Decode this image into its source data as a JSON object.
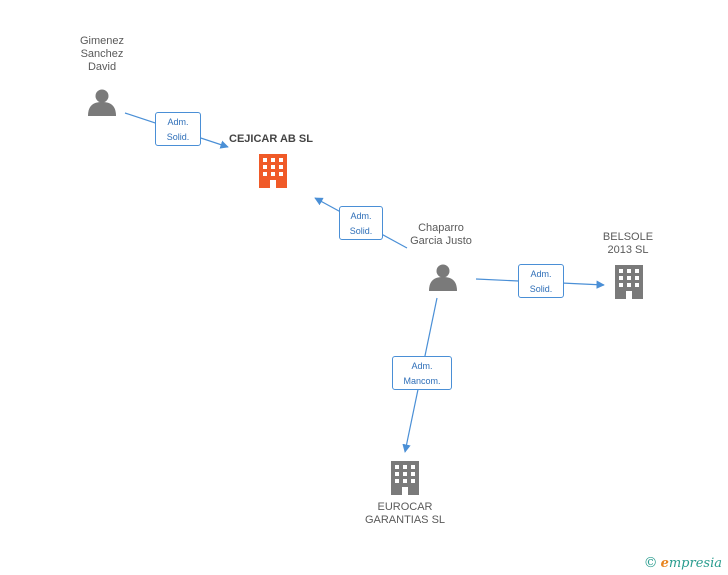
{
  "colors": {
    "edge": "#4a8fd6",
    "person": "#7a7a7a",
    "company": "#7a7a7a",
    "main_company": "#f05a28"
  },
  "nodes": [
    {
      "id": "gimenez",
      "type": "person",
      "label": "Gimenez\nSanchez\nDavid"
    },
    {
      "id": "cejicar",
      "type": "company",
      "main": true,
      "label": "CEJICAR AB SL"
    },
    {
      "id": "chaparro",
      "type": "person",
      "label": "Chaparro\nGarcia Justo"
    },
    {
      "id": "belsole",
      "type": "company",
      "label": "BELSOLE\n2013 SL"
    },
    {
      "id": "eurocar",
      "type": "company",
      "label": "EUROCAR\nGARANTIAS  SL"
    }
  ],
  "edges": [
    {
      "from": "gimenez",
      "to": "cejicar",
      "label_line1": "Adm.",
      "label_line2": "Solid."
    },
    {
      "from": "chaparro",
      "to": "cejicar",
      "label_line1": "Adm.",
      "label_line2": "Solid."
    },
    {
      "from": "chaparro",
      "to": "belsole",
      "label_line1": "Adm.",
      "label_line2": "Solid."
    },
    {
      "from": "chaparro",
      "to": "eurocar",
      "label_line1": "Adm.",
      "label_line2": "Mancom."
    }
  ],
  "footer": {
    "copyright_symbol": "©",
    "brand_initial": "e",
    "brand_rest": "mpresia"
  }
}
